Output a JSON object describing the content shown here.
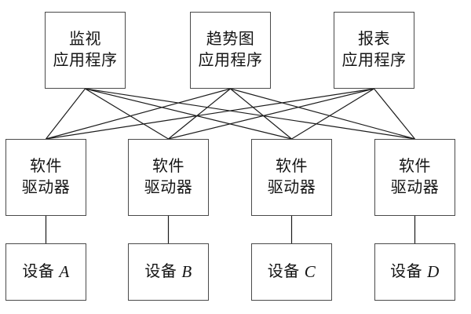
{
  "diagram": {
    "apps": [
      {
        "id": "app-0",
        "line1": "监视",
        "line2": "应用程序"
      },
      {
        "id": "app-1",
        "line1": "趋势图",
        "line2": "应用程序"
      },
      {
        "id": "app-2",
        "line1": "报表",
        "line2": "应用程序"
      }
    ],
    "drivers": [
      {
        "id": "driver-0",
        "line1": "软件",
        "line2": "驱动器"
      },
      {
        "id": "driver-1",
        "line1": "软件",
        "line2": "驱动器"
      },
      {
        "id": "driver-2",
        "line1": "软件",
        "line2": "驱动器"
      },
      {
        "id": "driver-3",
        "line1": "软件",
        "line2": "驱动器"
      }
    ],
    "devices": [
      {
        "id": "device-0",
        "prefix": "设备",
        "letter": "A"
      },
      {
        "id": "device-1",
        "prefix": "设备",
        "letter": "B"
      },
      {
        "id": "device-2",
        "prefix": "设备",
        "letter": "C"
      },
      {
        "id": "device-3",
        "prefix": "设备",
        "letter": "D"
      }
    ],
    "edges": [
      {
        "from": "app-0",
        "to": "driver-0"
      },
      {
        "from": "app-0",
        "to": "driver-1"
      },
      {
        "from": "app-0",
        "to": "driver-2"
      },
      {
        "from": "app-0",
        "to": "driver-3"
      },
      {
        "from": "app-1",
        "to": "driver-0"
      },
      {
        "from": "app-1",
        "to": "driver-1"
      },
      {
        "from": "app-1",
        "to": "driver-2"
      },
      {
        "from": "app-1",
        "to": "driver-3"
      },
      {
        "from": "app-2",
        "to": "driver-0"
      },
      {
        "from": "app-2",
        "to": "driver-1"
      },
      {
        "from": "app-2",
        "to": "driver-2"
      },
      {
        "from": "app-2",
        "to": "driver-3"
      },
      {
        "from": "driver-0",
        "to": "device-0"
      },
      {
        "from": "driver-1",
        "to": "device-1"
      },
      {
        "from": "driver-2",
        "to": "device-2"
      },
      {
        "from": "driver-3",
        "to": "device-3"
      }
    ],
    "colors": {
      "line": "#1c1c1c",
      "border": "#4a4a4a",
      "background": "#ffffff",
      "text": "#141414"
    }
  }
}
